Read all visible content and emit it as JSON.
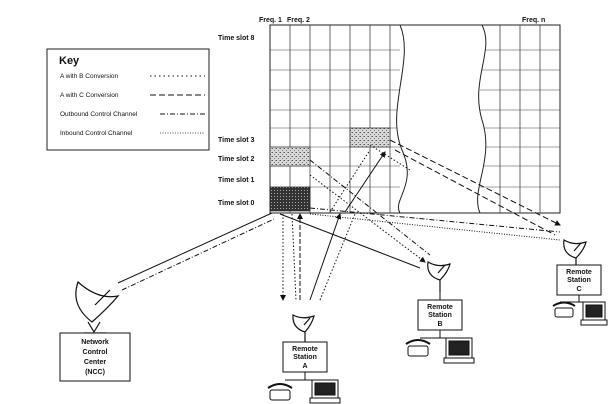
{
  "frequencies": [
    "Freq. 1",
    "Freq. 2",
    "Freq. n"
  ],
  "time_slots": [
    "Time slot 8",
    "Time slot 3",
    "Time slot 2",
    "Time slot 1",
    "Time slot 0"
  ],
  "key": {
    "title": "Key",
    "items": [
      {
        "label": "A with B Conversion",
        "style": "dotted"
      },
      {
        "label": "A with C Conversion",
        "style": "dashed"
      },
      {
        "label": "Outbound Control Channel",
        "style": "dash-dot"
      },
      {
        "label": "Inbound Control Channel",
        "style": "fine-dotted"
      }
    ]
  },
  "stations": {
    "ncc": [
      "Network",
      "Control",
      "Center",
      "(NCC)"
    ],
    "a": [
      "Remote",
      "Station",
      "A"
    ],
    "b": [
      "Remote",
      "Station",
      "B"
    ],
    "c": [
      "Remote",
      "Station",
      "C"
    ]
  }
}
